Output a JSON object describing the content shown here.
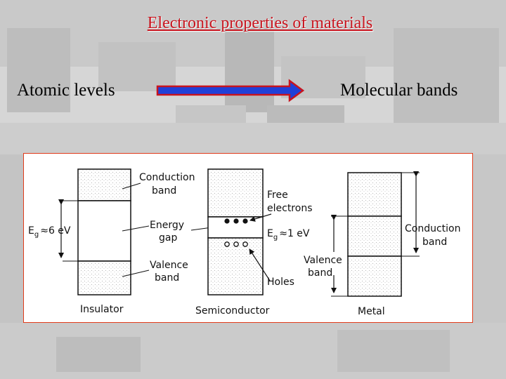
{
  "slide": {
    "title": "Electronic properties of materials",
    "left_label": "Atomic levels",
    "right_label": "Molecular bands"
  },
  "colors": {
    "title": "#c8141e",
    "arrow_fill": "#2040d8",
    "arrow_stroke": "#c8141e",
    "panel_border": "#e03a1a"
  },
  "diagram": {
    "insulator": {
      "caption": "Insulator",
      "conduction_label": [
        "Conduction",
        "band"
      ],
      "gap_label": [
        "Energy",
        "gap"
      ],
      "valence_label": [
        "Valence",
        "band"
      ],
      "eg_main": "E",
      "eg_sub": "g",
      "eg_value": "≈6 eV"
    },
    "semiconductor": {
      "caption": "Semiconductor",
      "free_label": [
        "Free",
        "electrons"
      ],
      "eg_main": "E",
      "eg_sub": "g",
      "eg_value": "≈1 eV",
      "holes_label": "Holes"
    },
    "metal": {
      "caption": "Metal",
      "valence_label": [
        "Valence",
        "band"
      ],
      "conduction_label": [
        "Conduction",
        "band"
      ]
    }
  }
}
